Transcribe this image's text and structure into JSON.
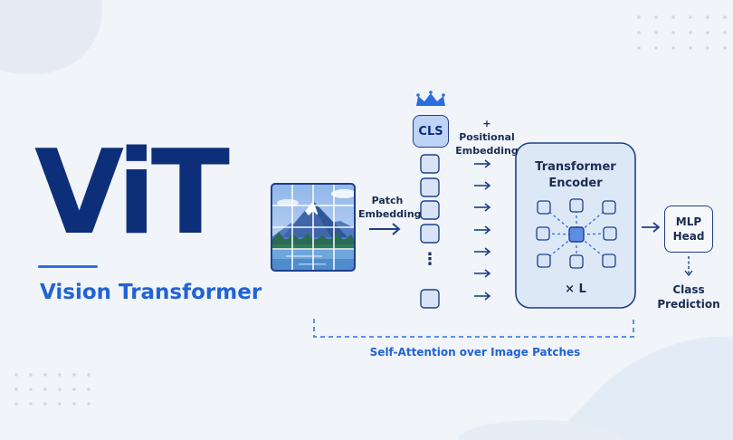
{
  "logo": {
    "text": "ViT"
  },
  "subtitle": "Vision Transformer",
  "labels": {
    "patch_embedding": "Patch\nEmbedding",
    "positional_embedding": "+ Positional\nEmbedding",
    "cls": "CLS",
    "vertical_dots": "⋮",
    "encoder_title": "Transformer\nEncoder",
    "repeat": "× L",
    "mlp_head": "MLP\nHead",
    "class_prediction": "Class\nPrediction",
    "footer": "Self-Attention over Image Patches"
  },
  "icons": [
    "crown-icon",
    "landscape-image-icon",
    "arrow-right-icon",
    "arrow-down-icon"
  ],
  "colors": {
    "background": "#f1f4f9",
    "navy": "#0d2f7a",
    "accent_blue": "#2163d4",
    "token_fill": "#d8e4f6",
    "cls_fill": "#bfd4f5",
    "encoder_fill": "#dde8f7"
  }
}
